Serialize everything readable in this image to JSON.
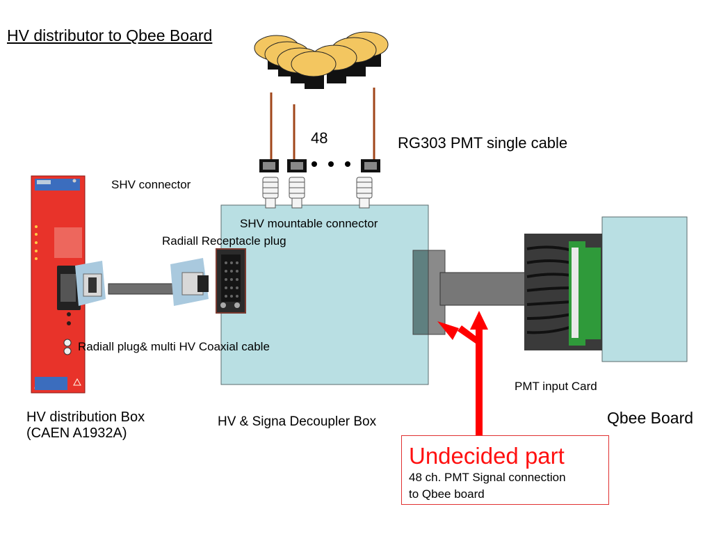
{
  "title": "HV distributor to Qbee Board",
  "labels": {
    "count": "48",
    "rg303": "RG303 PMT single cable",
    "shv_connector": "SHV connector",
    "shv_mountable": "SHV mountable connector",
    "radiall_receptacle": "Radiall Receptacle plug",
    "radiall_plug": "Radiall plug& multi HV Coaxial cable",
    "hv_box_line1": "HV distribution Box",
    "hv_box_line2": "(CAEN A1932A)",
    "decoupler": "HV & Signa Decoupler Box",
    "pmt_card": "PMT input Card",
    "qbee": "Qbee Board"
  },
  "undecided": {
    "title": "Undecided part",
    "line1": "48 ch. PMT Signal connection",
    "line2": "to Qbee board"
  },
  "colors": {
    "panel_red": "#e8332a",
    "box_fill": "#b9dfe3",
    "arrow": "#ff0000",
    "cable": "#a0461a",
    "pmt_face": "#f3c660"
  }
}
